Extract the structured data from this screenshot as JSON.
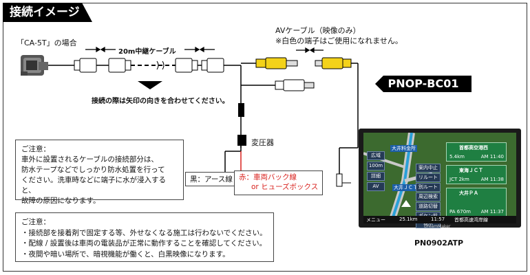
{
  "header": {
    "title": "接続イメージ"
  },
  "source_label": "「CA-5T」の場合",
  "cable_label": "20m中継ケーブル",
  "arrow_note": "接続の際は矢印の向きを合わせてください。",
  "av_cable": {
    "title": "AVケーブル（映像のみ）",
    "note": "※白色の端子はご使用になれません。"
  },
  "product_badge": "PNOP-BC01",
  "transformer_label": "変圧器",
  "ground_label": "黒：アース線",
  "power_label_1": "赤：車両バック線",
  "power_label_2": "or ヒューズボックス",
  "caution_1": {
    "title": "ご注意：",
    "lines": [
      "車外に設置されるケーブルの接続部分は、",
      "防水テープなどでしっかり防水処置を行って",
      "ください。洗車時などに端子に水が浸入すると、",
      "故障の原因になります。"
    ]
  },
  "caution_2": {
    "title": "ご注意：",
    "lines": [
      "・接続部を接着剤で固定する等、外せなくなる施工は行わないでください。",
      "・配線 / 設置後は車両の電装品が正常に動作することを確認してください。",
      "・夜間や暗い場所で、暗視機能が働くと、白黒映像になります。"
    ]
  },
  "device": {
    "model": "PN0902ATP",
    "brand": "DreamMaker",
    "left_buttons": [
      "広域",
      "100m",
      "詳細",
      "AV"
    ],
    "right_buttons": [
      "案内中止",
      "リルート",
      "別ルート",
      "周辺検索",
      "道路切替",
      "ポケン前表示"
    ],
    "guides": [
      {
        "title": "首都高空港西",
        "dist": "5.4km",
        "time": "AM 11:40"
      },
      {
        "title": "東海ＪＣＴ",
        "dist": "2km",
        "time": "AM 11:38",
        "tag": "JCT"
      },
      {
        "title": "大井ＰＡ",
        "dist": "670m",
        "time": "AM 11:37",
        "tag": "PA"
      }
    ],
    "map_labels": [
      "大井料金所",
      "大井ＪＣＴ"
    ],
    "status_bar": {
      "menu": "メニュー",
      "dist": "25.1km",
      "time": "11:57",
      "road": "首都高速湾岸線"
    }
  }
}
